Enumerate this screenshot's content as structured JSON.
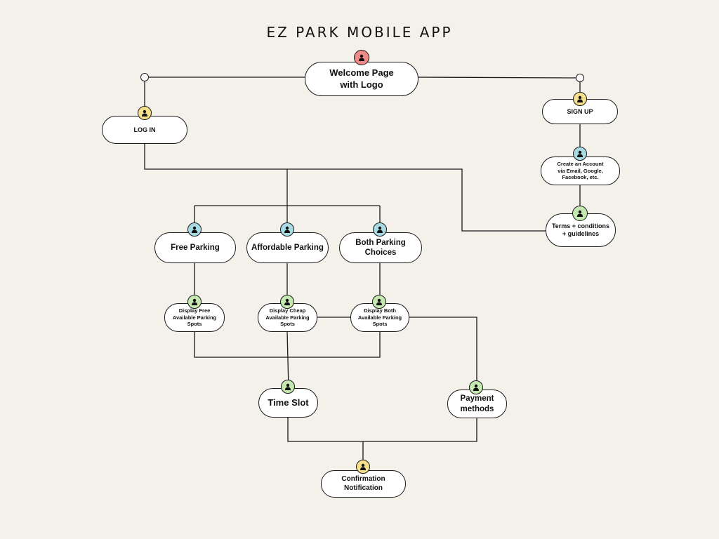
{
  "title": "EZ PARK MOBILE APP",
  "colors": {
    "background": "#f4f0ea",
    "line": "#1a1a1a",
    "node_fill": "#ffffff",
    "badge_red": "#f08a8a",
    "badge_yellow": "#f7e08c",
    "badge_blue": "#a8dbe3",
    "badge_green": "#c4e8b0"
  },
  "badge_icon": "user-icon",
  "nodes": {
    "welcome": "Welcome Page\nwith Logo",
    "login": "LOG IN",
    "signup": "SIGN UP",
    "create_account": "Create an Account\nvia Email, Google,\nFacebook, etc.",
    "terms": "Terms + conditions\n+ guidelines",
    "free_parking": "Free Parking",
    "affordable_parking": "Affordable Parking",
    "both_parking": "Both Parking\nChoices",
    "display_free": "Display Free\nAvailable Parking\nSpots",
    "display_cheap": "Display Cheap\nAvailable Parking\nSpots",
    "display_both": "Display Both\nAvailable Parking\nSpots",
    "time_slot": "Time Slot",
    "payment": "Payment\nmethods",
    "confirmation": "Confirmation\nNotification"
  }
}
